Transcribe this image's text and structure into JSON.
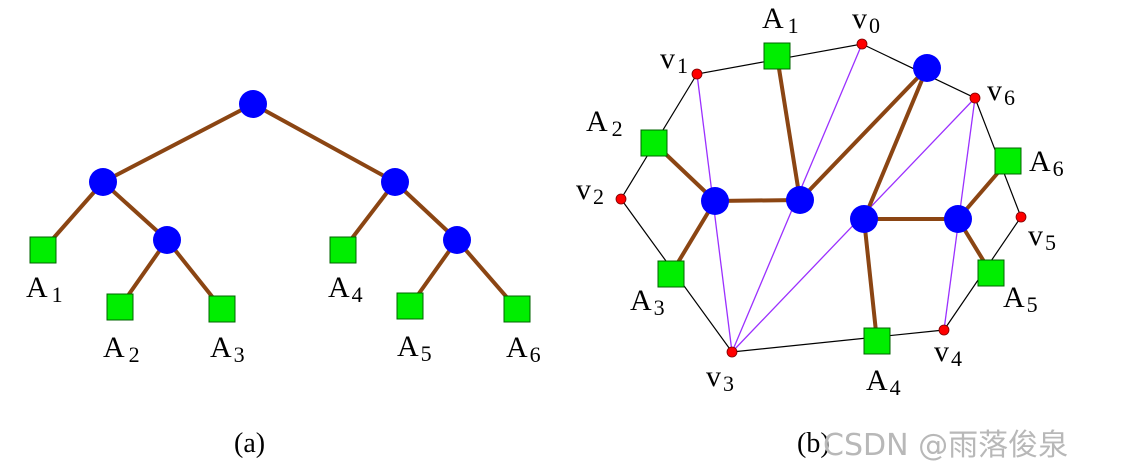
{
  "diagram_a": {
    "caption": "(a)",
    "leaves": [
      {
        "letter": "A",
        "sub": "1"
      },
      {
        "letter": "A",
        "sub": "2"
      },
      {
        "letter": "A",
        "sub": "3"
      },
      {
        "letter": "A",
        "sub": "4"
      },
      {
        "letter": "A",
        "sub": "5"
      },
      {
        "letter": "A",
        "sub": "6"
      }
    ]
  },
  "diagram_b": {
    "caption": "(b)",
    "vertices": [
      {
        "letter": "v",
        "sub": "0"
      },
      {
        "letter": "v",
        "sub": "1"
      },
      {
        "letter": "v",
        "sub": "2"
      },
      {
        "letter": "v",
        "sub": "3"
      },
      {
        "letter": "v",
        "sub": "4"
      },
      {
        "letter": "v",
        "sub": "5"
      },
      {
        "letter": "v",
        "sub": "6"
      }
    ],
    "squares": [
      {
        "letter": "A",
        "sub": "1"
      },
      {
        "letter": "A",
        "sub": "2"
      },
      {
        "letter": "A",
        "sub": "3"
      },
      {
        "letter": "A",
        "sub": "4"
      },
      {
        "letter": "A",
        "sub": "5"
      },
      {
        "letter": "A",
        "sub": "6"
      }
    ]
  },
  "watermark": "CSDN @雨落俊泉",
  "colors": {
    "tree_edge": "#8b4513",
    "internal_node": "#0000ff",
    "leaf_square": "#00ee00",
    "polygon_vertex": "#ff0000",
    "diagonal": "#9b30ff",
    "polygon_edge": "#000000"
  }
}
